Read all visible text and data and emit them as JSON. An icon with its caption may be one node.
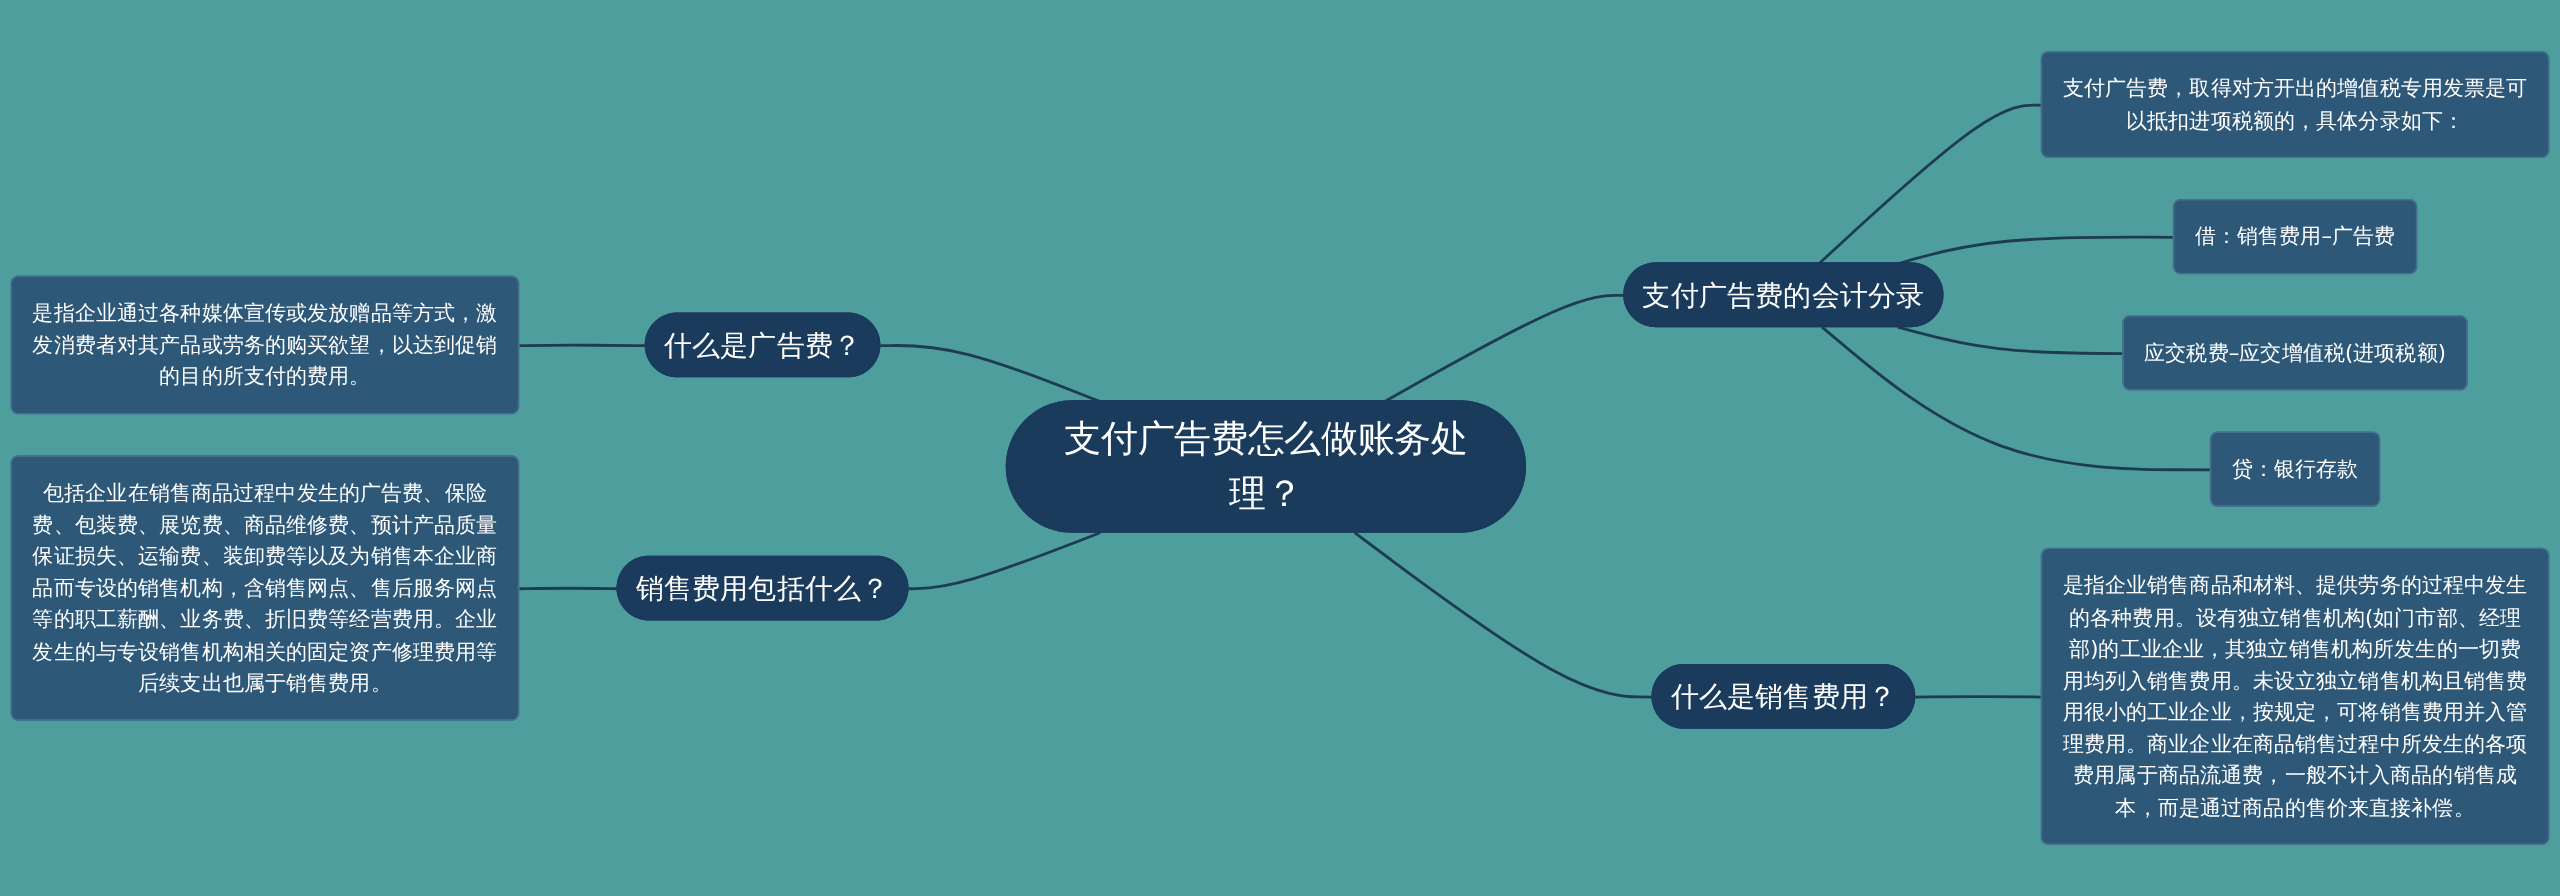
{
  "diagram": {
    "nodes": [
      {
        "text": [
          "支付广告费怎么做账务处理？"
        ]
      },
      {
        "text": [
          "什么是广告费？"
        ]
      },
      {
        "text": [
          "是指企业通过各种媒体宣传或发放赠品等方式，激发消费者对其产品或劳务的购买欲望，以达到促销的目的所支付的费用。"
        ]
      },
      {
        "text": [
          "销售费用包括什么？"
        ]
      },
      {
        "text": [
          "包括企业在销售商品过程中发生的广告费、保险费、包装费、展览费、商品维修费、预计产品质量保证损失、运输费、装卸费等以及为销售本企业商品而专设的销售机构，含销售网点、售后服务网点等的职工薪酬、业务费、折旧费等经营费用。企业发生的与专设销售机构相关的固定资产修理费用等后续支出也属于销售费用。"
        ]
      },
      {
        "text": [
          "支付广告费的会计分录"
        ]
      },
      {
        "text": [
          "支付广告费，取得对方开出的增值税专用发票是可以抵扣进项税额的，具体分录如下："
        ]
      },
      {
        "text": [
          "借：销售费用–广告费"
        ]
      },
      {
        "text": [
          "应交税费–应交增值税(进项税额)"
        ]
      },
      {
        "text": [
          "贷：银行存款"
        ]
      },
      {
        "text": [
          "什么是销售费用？"
        ]
      },
      {
        "text": [
          "是指企业销售商品和材料、提供劳务的过程中发生的各种费用。设有独立销售机构(如门市部、经理部)的工业企业，其独立销售机构所发生的一切费用均列入销售费用。未设立独立销售机构且销售费用很小的工业企业，按规定，可将销售费用并入管理费用。商业企业在商品销售过程中所发生的各项费用属于商品流通费，一般不计入商品的销售成本，而是通过商品的售价来直接补偿。"
        ]
      }
    ],
    "edges": [
      {
        "from": 2,
        "to": 1,
        "arrow": "none"
      },
      {
        "from": 1,
        "to": 0,
        "arrow": "none"
      },
      {
        "from": 4,
        "to": 3,
        "arrow": "none"
      },
      {
        "from": 3,
        "to": 0,
        "arrow": "none"
      },
      {
        "from": 0,
        "to": 5,
        "arrow": "none"
      },
      {
        "from": 5,
        "to": 6,
        "arrow": "none"
      },
      {
        "from": 5,
        "to": 7,
        "arrow": "none"
      },
      {
        "from": 5,
        "to": 8,
        "arrow": "none"
      },
      {
        "from": 5,
        "to": 9,
        "arrow": "none"
      },
      {
        "from": 0,
        "to": 10,
        "arrow": "none"
      },
      {
        "from": 10,
        "to": 11,
        "arrow": "none"
      }
    ]
  }
}
